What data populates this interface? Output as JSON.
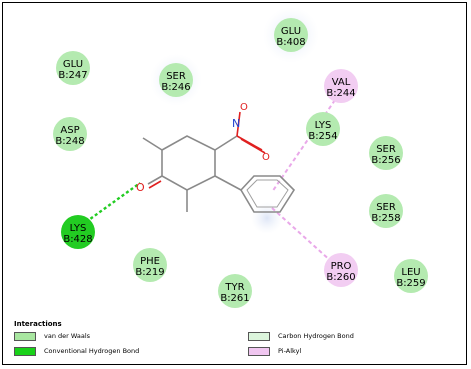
{
  "residues": [
    {
      "id": "glu247",
      "name": "GLU",
      "chain": "B:247",
      "type": "vdw"
    },
    {
      "id": "ser246",
      "name": "SER",
      "chain": "B:246",
      "type": "vdw"
    },
    {
      "id": "glu408",
      "name": "GLU",
      "chain": "B:408",
      "type": "vdw"
    },
    {
      "id": "val244",
      "name": "VAL",
      "chain": "B:244",
      "type": "pialkyl"
    },
    {
      "id": "lys254",
      "name": "LYS",
      "chain": "B:254",
      "type": "vdw"
    },
    {
      "id": "asp248",
      "name": "ASP",
      "chain": "B:248",
      "type": "vdw"
    },
    {
      "id": "ser256",
      "name": "SER",
      "chain": "B:256",
      "type": "vdw"
    },
    {
      "id": "ser258",
      "name": "SER",
      "chain": "B:258",
      "type": "vdw"
    },
    {
      "id": "lys428",
      "name": "LYS",
      "chain": "B:428",
      "type": "hbond"
    },
    {
      "id": "phe219",
      "name": "PHE",
      "chain": "B:219",
      "type": "vdw"
    },
    {
      "id": "tyr261",
      "name": "TYR",
      "chain": "B:261",
      "type": "vdw"
    },
    {
      "id": "pro260",
      "name": "PRO",
      "chain": "B:260",
      "type": "pialkyl"
    },
    {
      "id": "leu259",
      "name": "LEU",
      "chain": "B:259",
      "type": "vdw"
    }
  ],
  "legend": {
    "title": "Interactions",
    "items": [
      {
        "label": "van der Waals",
        "color": "#a8e6a0"
      },
      {
        "label": "Conventional Hydrogen Bond",
        "color": "#19d119"
      },
      {
        "label": "Carbon Hydrogen Bond",
        "color": "#dcf5dc"
      },
      {
        "label": "Pi-Alkyl",
        "color": "#f0c6f0"
      }
    ]
  },
  "colors": {
    "vdw": "#b4eab0",
    "hbond": "#22cc22",
    "pialkyl": "#f2cdf2",
    "hbond_line": "#22cc22",
    "pialkyl_line": "#e9a8e9"
  }
}
